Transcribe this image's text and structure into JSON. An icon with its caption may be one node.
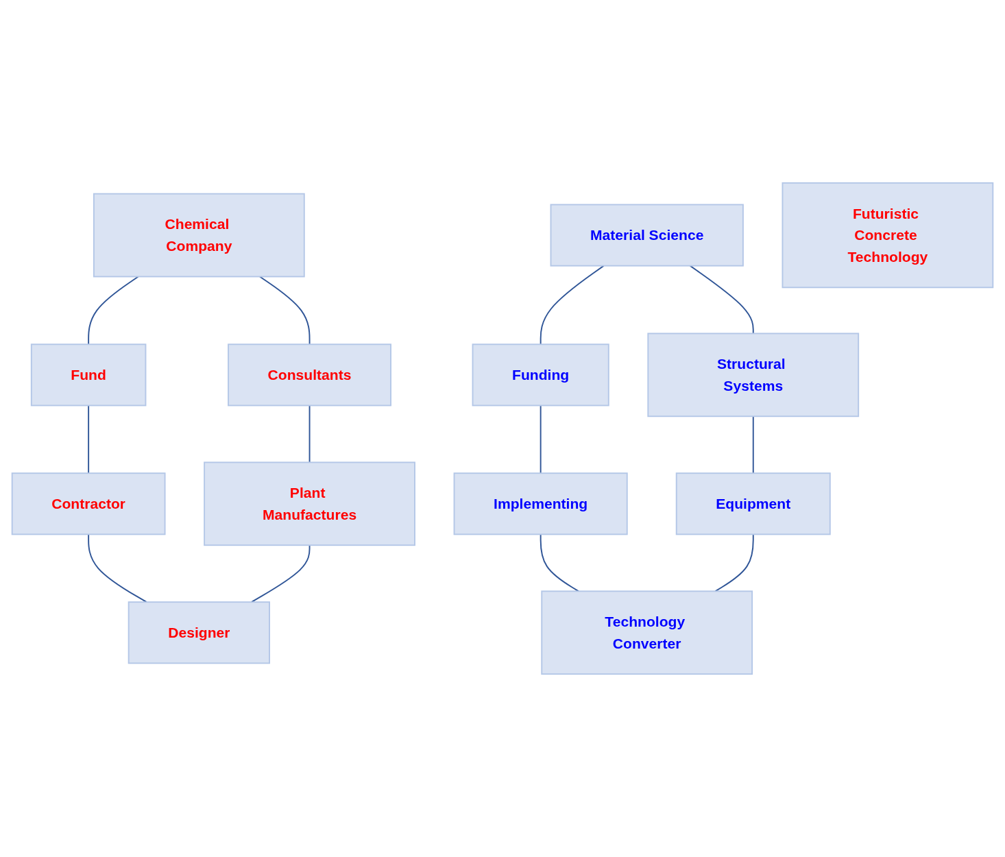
{
  "diagram": {
    "nodes": [
      {
        "text": [
          "Chemical Company"
        ]
      },
      {
        "text": [
          "Material Science"
        ]
      },
      {
        "text": [
          "Fund"
        ]
      },
      {
        "text": [
          "Consultants"
        ]
      },
      {
        "text": [
          "Structural Systems"
        ]
      },
      {
        "text": [
          "Funding"
        ]
      },
      {
        "text": [
          "Futuristic Concrete Technology"
        ]
      },
      {
        "text": [
          "Equipment"
        ]
      },
      {
        "text": [
          "Implementing"
        ]
      },
      {
        "text": [
          "Technology Converter"
        ]
      },
      {
        "text": [
          "Contractor"
        ]
      },
      {
        "text": [
          "Plant Manufactures"
        ]
      },
      {
        "text": [
          "Designer"
        ]
      }
    ],
    "edges": [
      {
        "from": 0,
        "to": 2,
        "arrow": "none"
      },
      {
        "from": 0,
        "to": 3,
        "arrow": "none"
      },
      {
        "from": 2,
        "to": 10,
        "arrow": "none"
      },
      {
        "from": 3,
        "to": 11,
        "arrow": "none"
      },
      {
        "from": 10,
        "to": 12,
        "arrow": "none"
      },
      {
        "from": 11,
        "to": 12,
        "arrow": "none"
      },
      {
        "from": 1,
        "to": 5,
        "arrow": "none"
      },
      {
        "from": 1,
        "to": 4,
        "arrow": "none"
      },
      {
        "from": 5,
        "to": 8,
        "arrow": "none"
      },
      {
        "from": 4,
        "to": 7,
        "arrow": "none"
      },
      {
        "from": 8,
        "to": 9,
        "arrow": "none"
      },
      {
        "from": 7,
        "to": 9,
        "arrow": "none"
      }
    ]
  }
}
